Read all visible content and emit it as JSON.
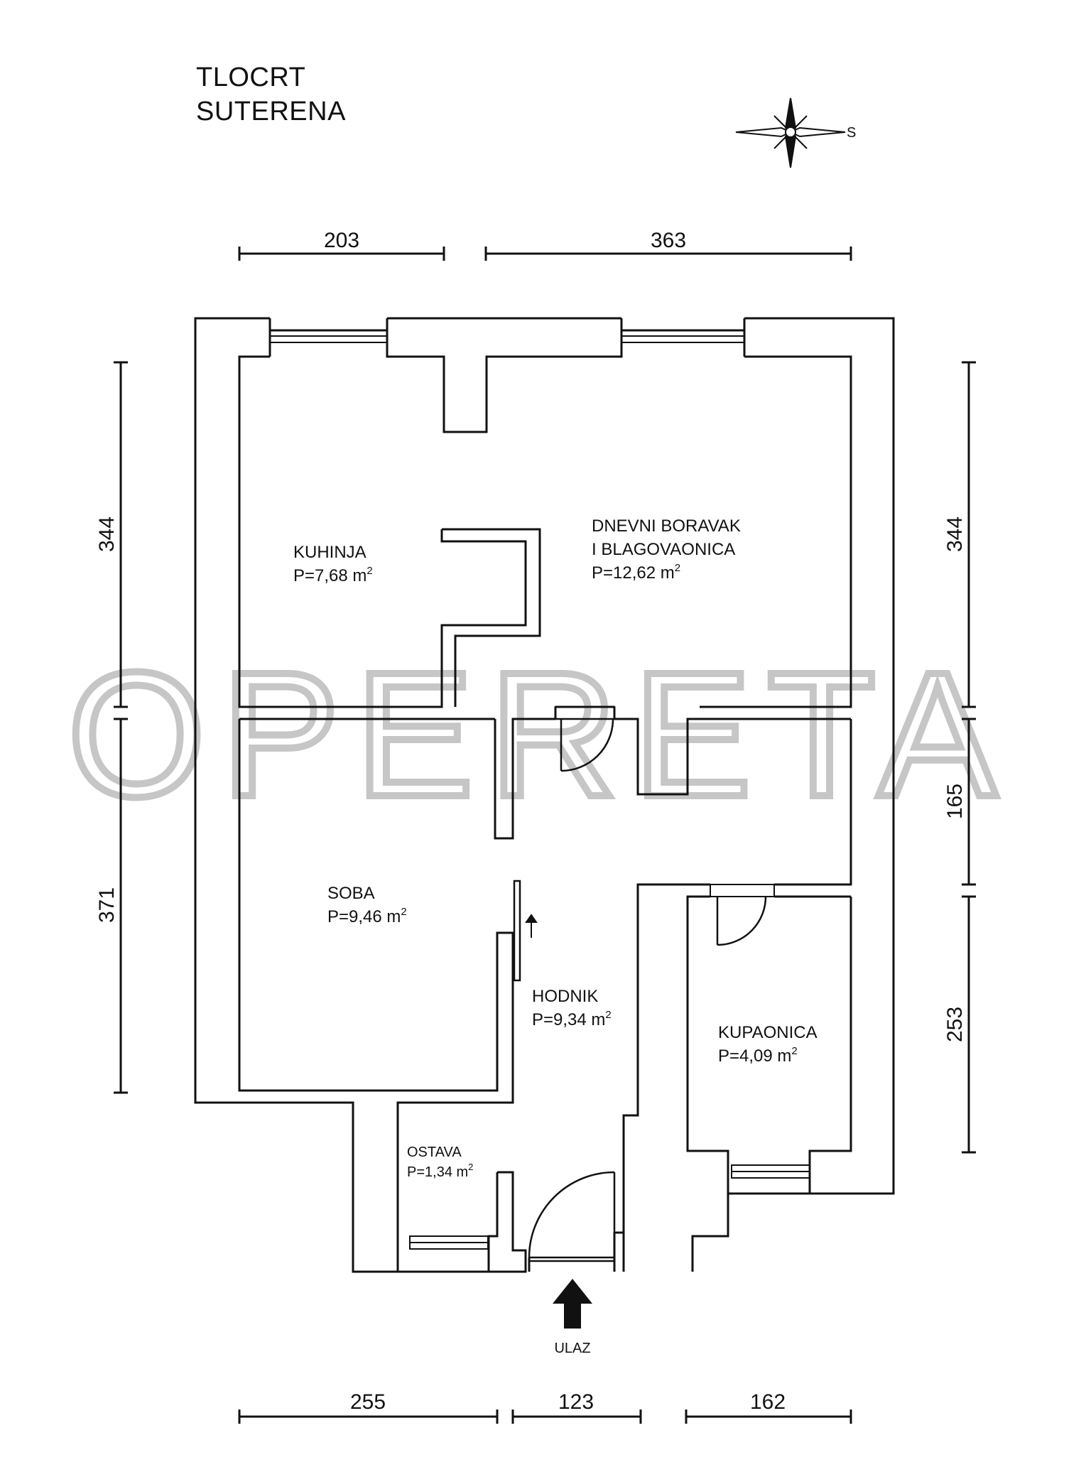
{
  "title": {
    "line1": "TLOCRT",
    "line2": "SUTERENA"
  },
  "compass": {
    "label": "S",
    "icon": "compass-rose-icon"
  },
  "watermark": "OPERETA",
  "dimensions": {
    "top": [
      "203",
      "363"
    ],
    "bottom": [
      "255",
      "123",
      "162"
    ],
    "left": [
      "344",
      "371"
    ],
    "right": [
      "344",
      "165",
      "253"
    ]
  },
  "rooms": {
    "kuhinja": {
      "name": "KUHINJA",
      "area": "P=7,68 m",
      "sup": "2"
    },
    "dnevni": {
      "name1": "DNEVNI BORAVAK",
      "name2": "I BLAGOVAONICA",
      "area": "P=12,62 m",
      "sup": "2"
    },
    "soba": {
      "name": "SOBA",
      "area": "P=9,46 m",
      "sup": "2"
    },
    "hodnik": {
      "name": "HODNIK",
      "area": "P=9,34 m",
      "sup": "2"
    },
    "kupaonica": {
      "name": "KUPAONICA",
      "area": "P=4,09 m",
      "sup": "2"
    },
    "ostava": {
      "name": "OSTAVA",
      "area": "P=1,34 m",
      "sup": "2"
    }
  },
  "entrance": {
    "label": "ULAZ",
    "icon": "entrance-arrow-icon"
  },
  "colors": {
    "line": "#111111",
    "watermark": "#b8b8b8"
  }
}
